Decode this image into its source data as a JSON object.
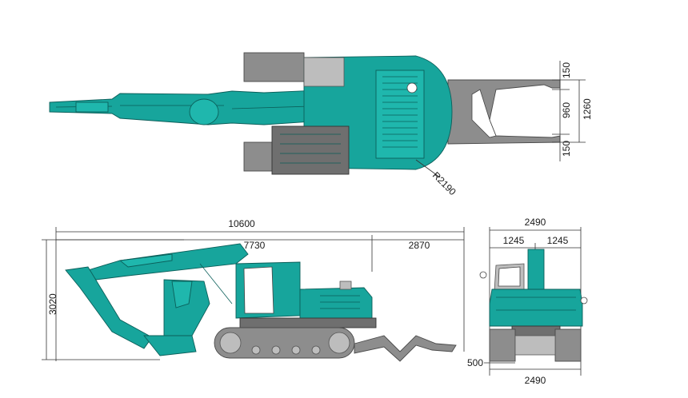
{
  "top_view": {
    "dims": {
      "d150_top": "150",
      "d960": "960",
      "d1260": "1260",
      "d150_bottom": "150",
      "radius": "R2190"
    }
  },
  "side_view": {
    "dims": {
      "overall_length": "10600",
      "front_reach": "7730",
      "rear_length": "2870",
      "height": "3020"
    }
  },
  "rear_view": {
    "dims": {
      "width_top": "2490",
      "half_left": "1245",
      "half_right": "1245",
      "shoe": "500",
      "width_bottom": "2490"
    }
  },
  "colors": {
    "body": "#17a59c",
    "track": "#8d8d8d",
    "dimension_line": "#333333"
  }
}
